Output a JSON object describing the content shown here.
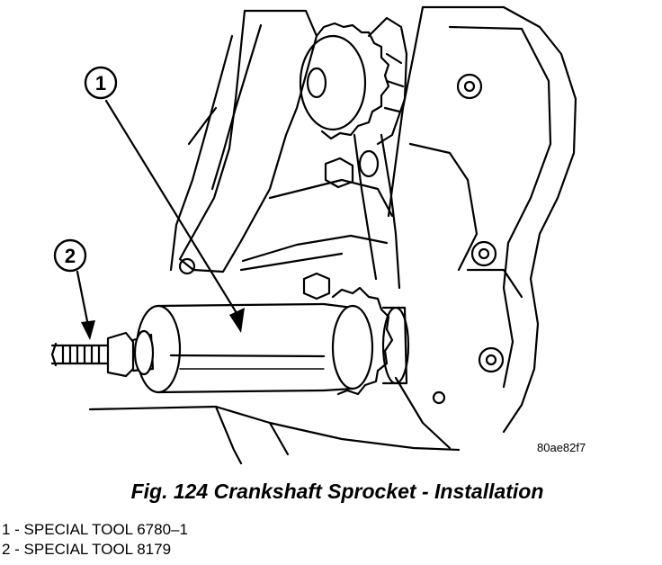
{
  "figure": {
    "image_code": "80ae82f7",
    "caption": "Fig. 124 Crankshaft Sprocket - Installation",
    "callouts": [
      "1",
      "2"
    ],
    "legend": [
      "1 - SPECIAL TOOL 6780–1",
      "2 - SPECIAL TOOL 8179"
    ]
  }
}
